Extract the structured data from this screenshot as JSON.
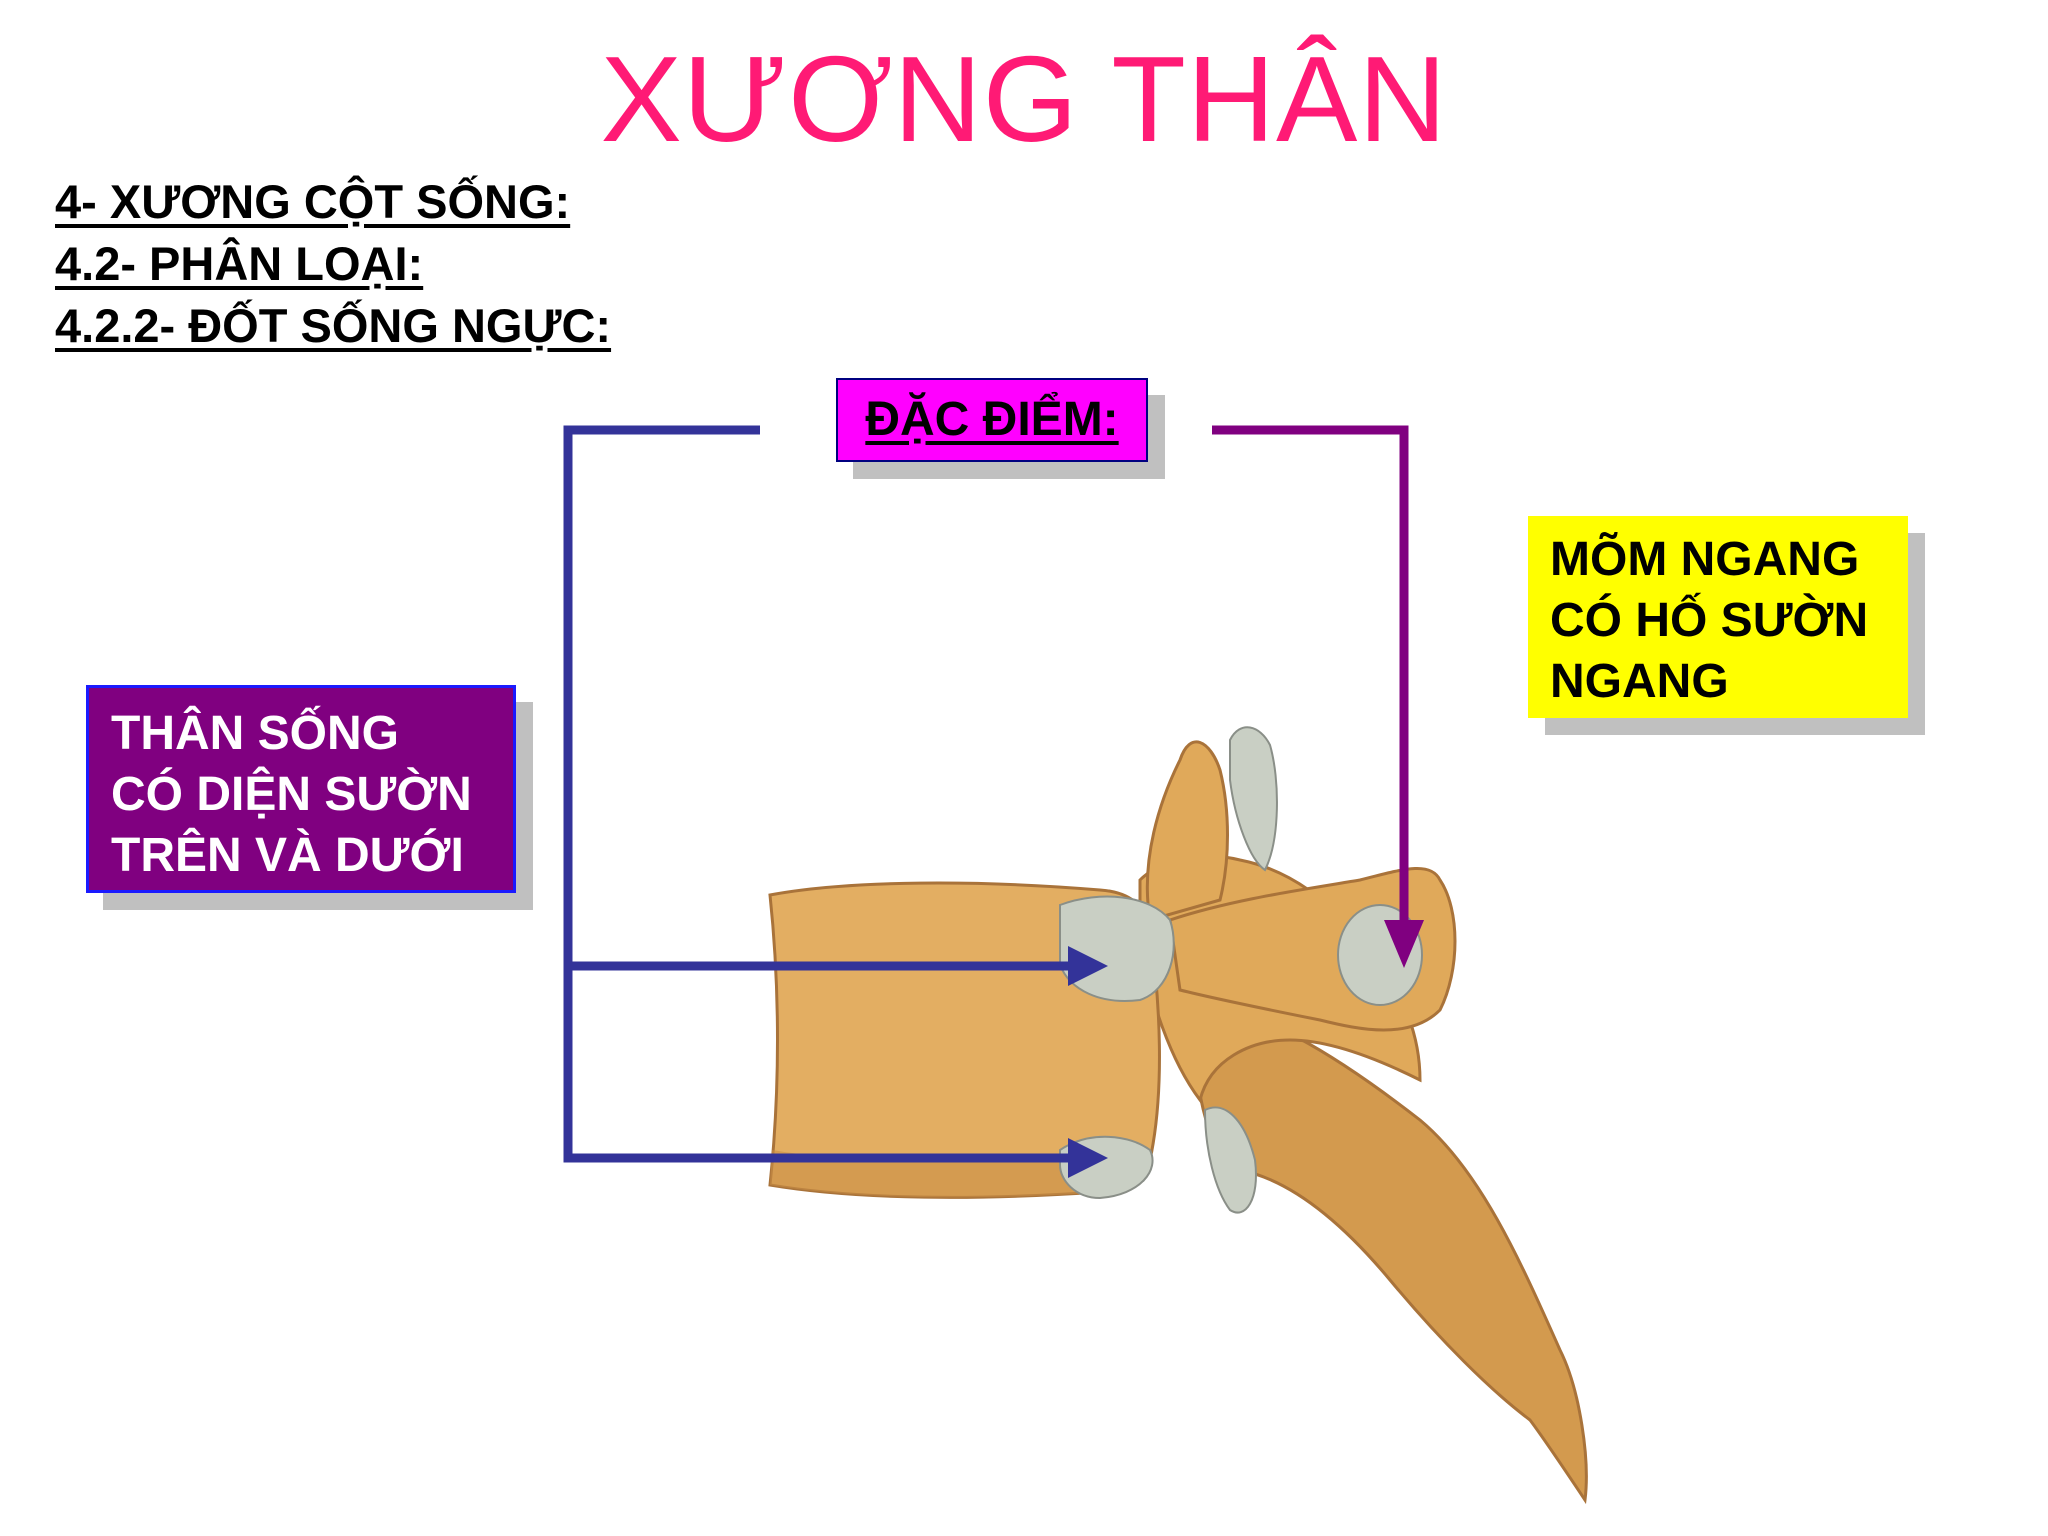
{
  "title": "XƯƠNG THÂN",
  "headings": [
    "4- XƯƠNG CỘT SỐNG:",
    "4.2- PHÂN LOẠI:",
    "4.2.2- ĐỐT SỐNG NGỰC:"
  ],
  "center_label": "ĐẶC ĐIỂM:",
  "left_box": {
    "lines": [
      "THÂN SỐNG",
      "CÓ DIỆN SƯỜN",
      "TRÊN VÀ DƯỚI"
    ],
    "background": "#800080",
    "text_color": "#ffffff"
  },
  "right_box": {
    "lines": [
      "MÕM NGANG",
      "CÓ HỐ SƯỜN",
      "NGANG"
    ],
    "background": "#ffff00",
    "text_color": "#000000"
  },
  "colors": {
    "title": "#ff1a75",
    "center_label_bg": "#ff00ff",
    "left_connector": "#333399",
    "right_connector": "#800080",
    "bone": "#e0a95a",
    "cartilage": "#c9cfc4"
  },
  "illustration": {
    "subject": "thoracic-vertebra"
  }
}
